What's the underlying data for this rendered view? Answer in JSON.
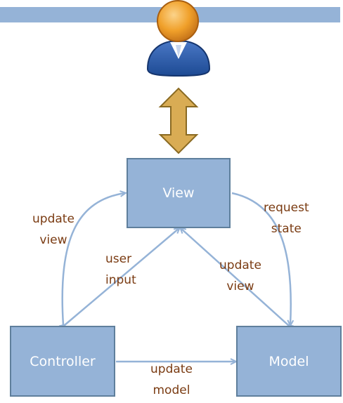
{
  "nodes": {
    "view": "View",
    "controller": "Controller",
    "model": "Model"
  },
  "edges": {
    "controller_to_view": [
      "update",
      "view"
    ],
    "view_to_model": [
      "request",
      "state"
    ],
    "controller_view_diagonal": [
      "user",
      "input"
    ],
    "model_view_diagonal": [
      "update",
      "view"
    ],
    "controller_to_model": [
      "update",
      "model"
    ]
  },
  "icons": {
    "user": "user-avatar-icon",
    "interaction": "double-arrow-icon"
  },
  "colors": {
    "box_fill": "#95b3d7",
    "box_border": "#5f7f9c",
    "arrow": "#95b3d7",
    "label_text": "#7a3b12",
    "interaction_arrow": "#d9ac54"
  }
}
